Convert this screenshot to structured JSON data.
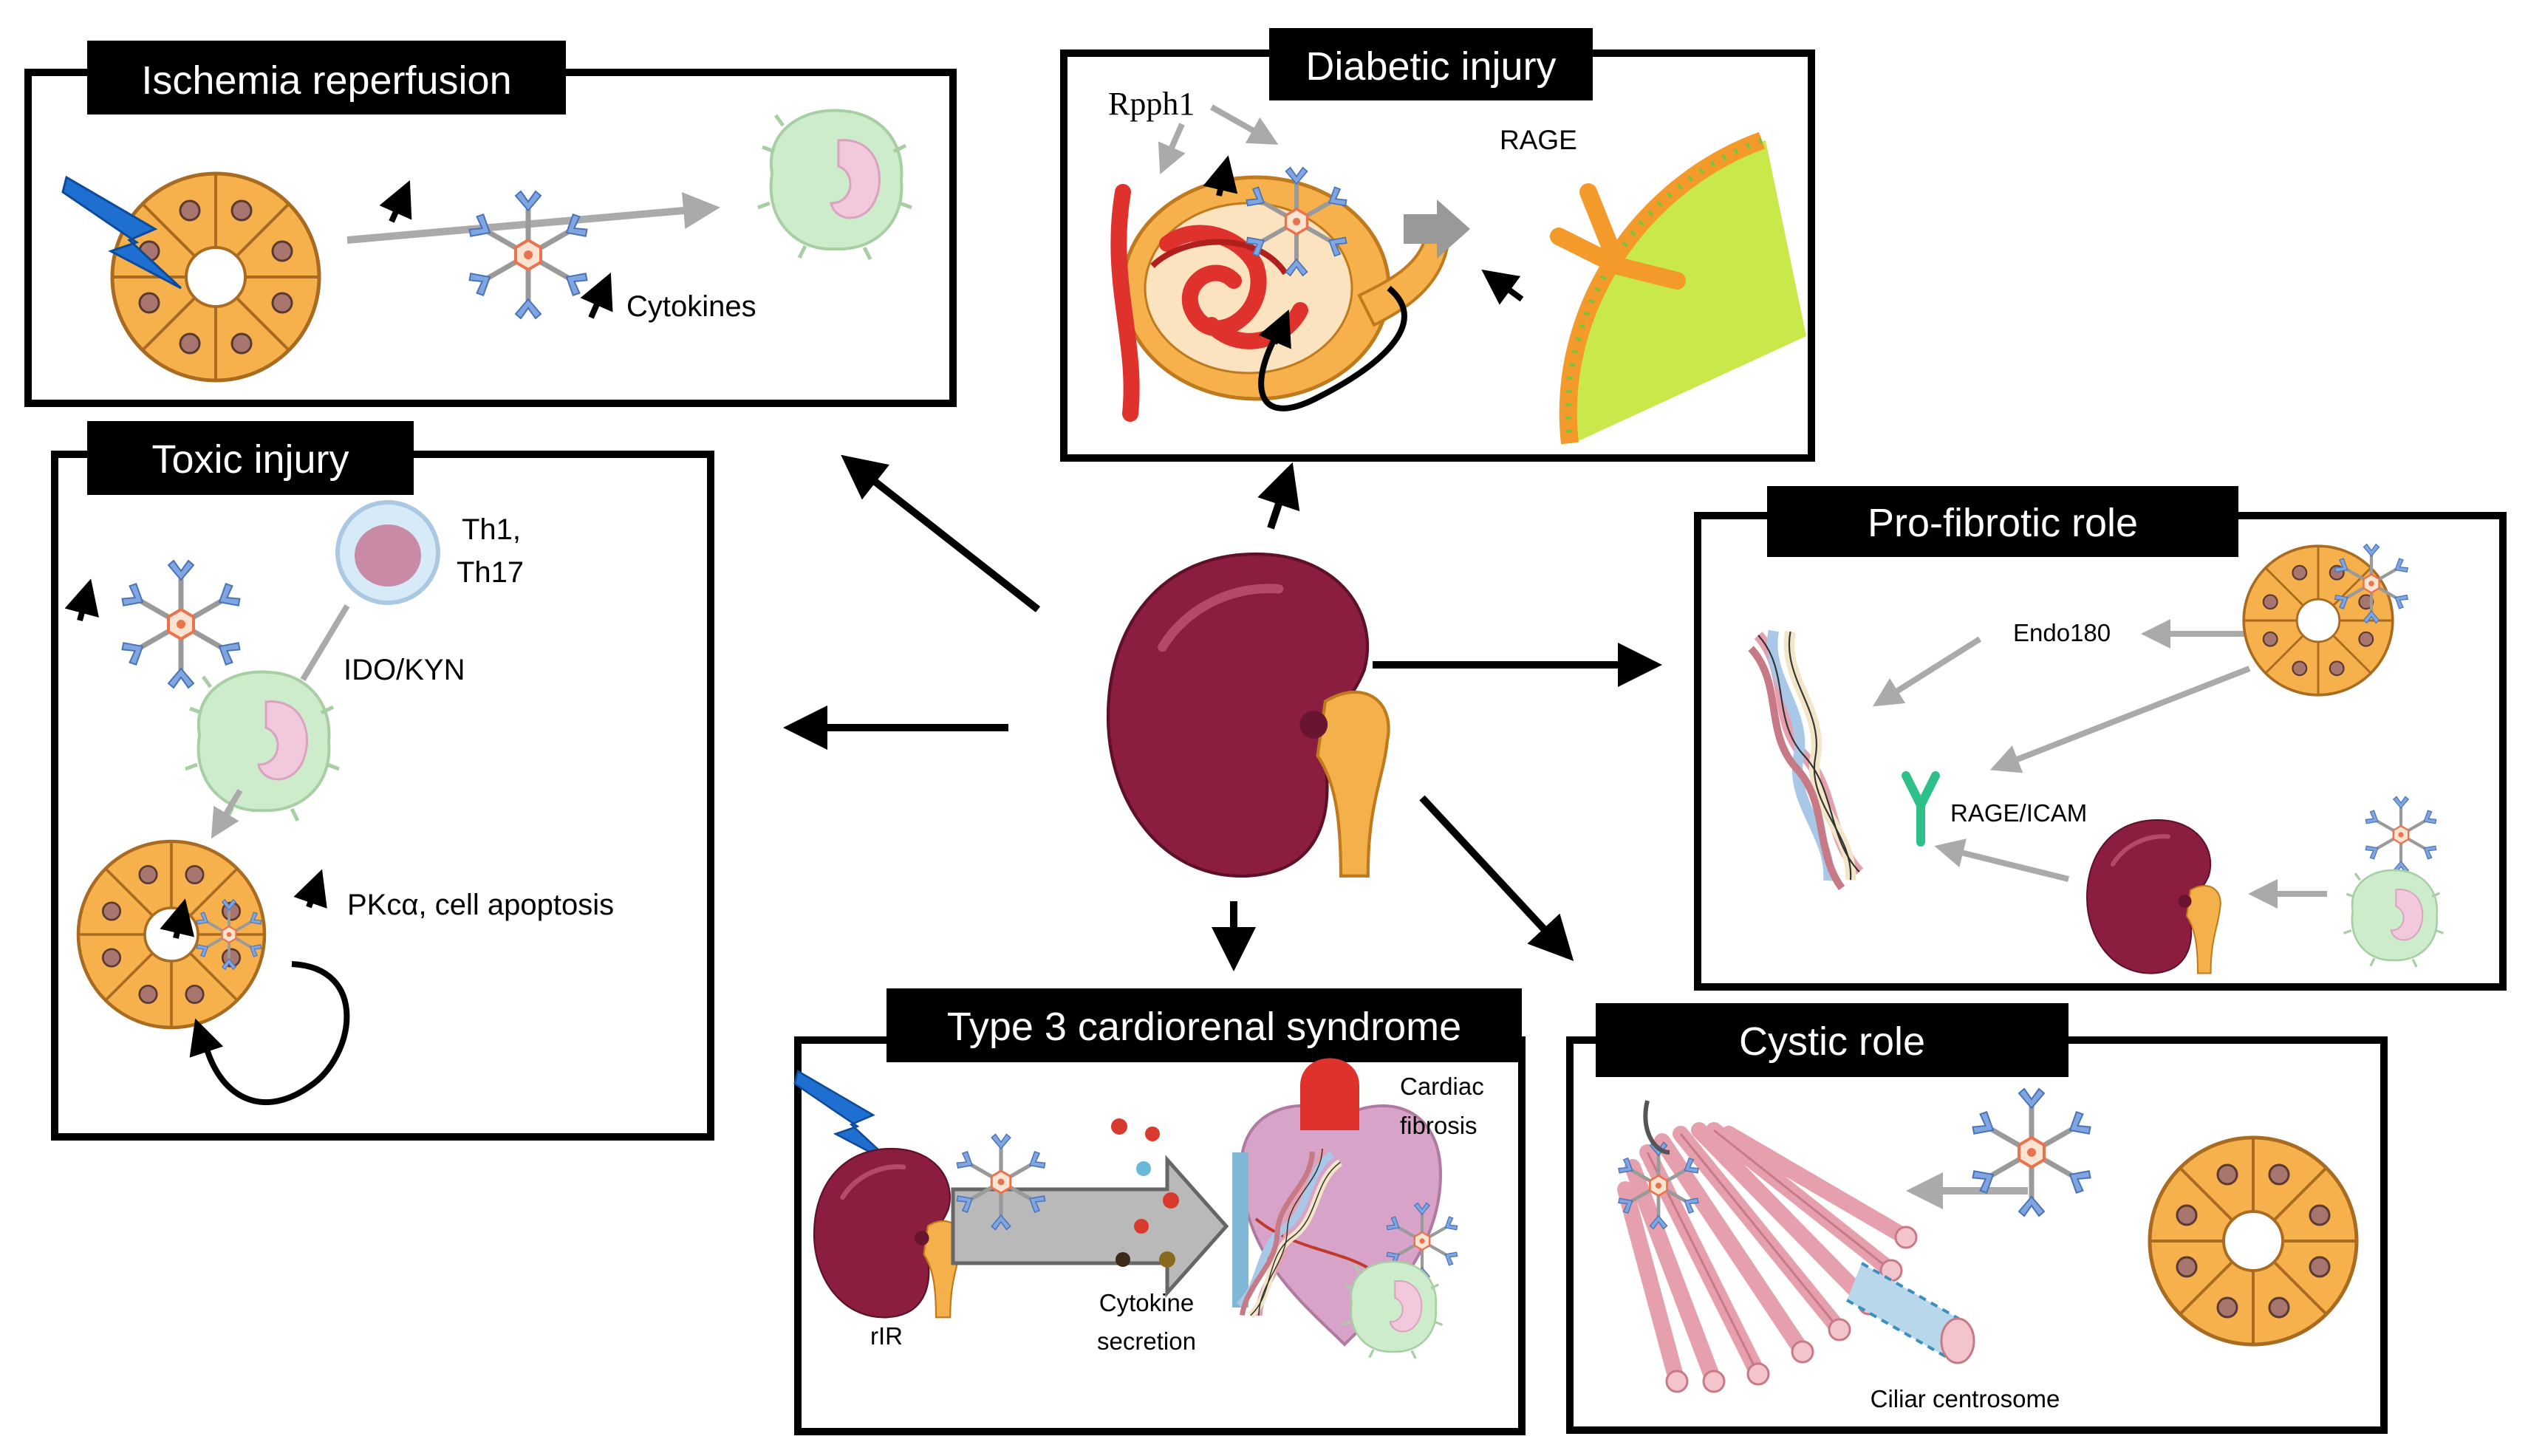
{
  "panels": {
    "ischemia": {
      "title": "Ischemia reperfusion",
      "cytokines": "Cytokines"
    },
    "diabetic": {
      "title": "Diabetic injury",
      "rpph1": "Rpph1",
      "rage": "RAGE"
    },
    "toxic": {
      "title": "Toxic injury",
      "th1": "Th1,",
      "th17": "Th17",
      "ido": "IDO/KYN",
      "pkc": "PKcα, cell apoptosis"
    },
    "profibrotic": {
      "title": "Pro-fibrotic role",
      "endo": "Endo180",
      "rage_icam": "RAGE/ICAM"
    },
    "cardiorenal": {
      "title": "Type 3 cardiorenal syndrome",
      "cardiac1": "Cardiac",
      "cardiac2": "fibrosis",
      "cytokine1": "Cytokine",
      "cytokine2": "secretion",
      "rir": "rIR"
    },
    "cystic": {
      "title": "Cystic role",
      "ciliar": "Ciliar centrosome"
    }
  },
  "colors": {
    "kidney": "#8b1e3f",
    "ureter": "#f4b04a",
    "tubule": "#f6b04c",
    "macrophage": "#cdeccb",
    "receptor": "#7fa6e0",
    "collagen_pink": "#e6a0ad"
  }
}
